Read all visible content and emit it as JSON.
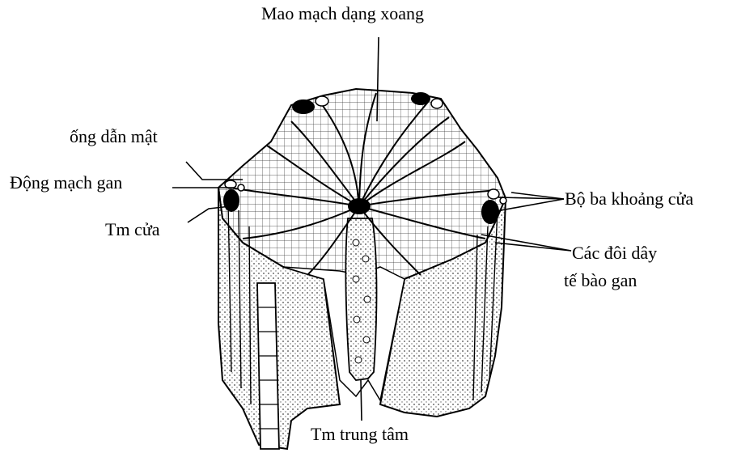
{
  "labels": {
    "sinusoid": "Mao mạch dạng xoang",
    "bile_duct": "ống dẫn mật",
    "hepatic_artery": "Động mạch gan",
    "portal_vein": "Tm cửa",
    "portal_triad": "Bộ ba khoảng cửa",
    "hepatocyte_cords_line1": "Các đôi dây",
    "hepatocyte_cords_line2": "tế bào gan",
    "central_vein": "Tm trung tâm"
  }
}
